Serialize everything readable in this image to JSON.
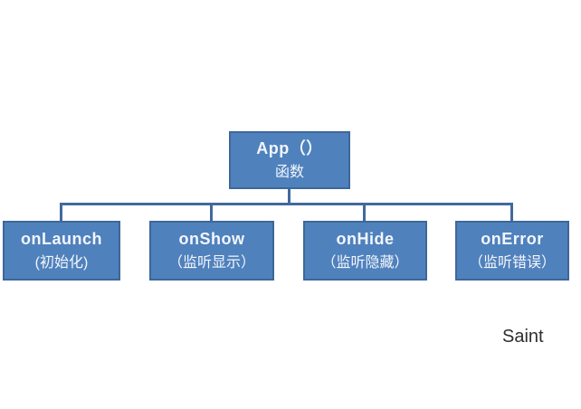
{
  "page": {
    "background": "#ffffff",
    "watermark": "Saint"
  },
  "colors": {
    "box_fill": "#4f81bd",
    "box_border": "#3d6899",
    "connector": "#42699f",
    "box_text": "#f3f6fb",
    "watermark_text": "#2e2e2e"
  },
  "diagram": {
    "type": "tree",
    "root": {
      "line1": "App（）",
      "line2": "函数"
    },
    "children": [
      {
        "id": "onLaunch",
        "line1": "onLaunch",
        "line2": "(初始化)"
      },
      {
        "id": "onShow",
        "line1": "onShow",
        "line2": "（监听显示）"
      },
      {
        "id": "onHide",
        "line1": "onHide",
        "line2": "（监听隐藏）"
      },
      {
        "id": "onError",
        "line1": "onError",
        "line2": "（监听错误）"
      }
    ]
  }
}
